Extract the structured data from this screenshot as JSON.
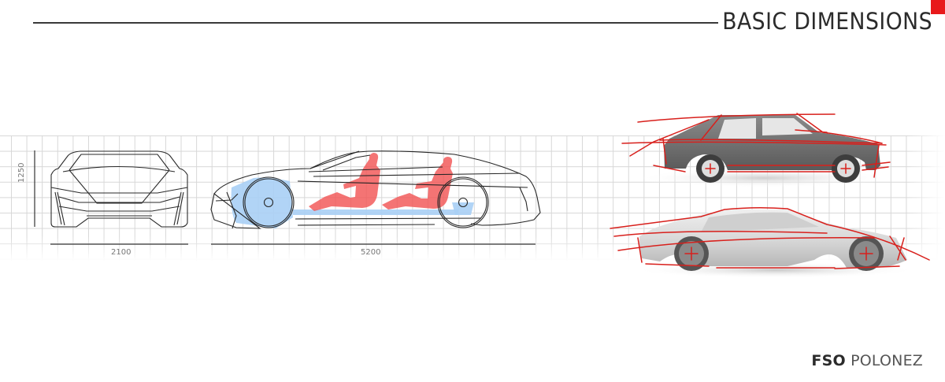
{
  "header": {
    "title": "BASIC DIMENSIONS",
    "accent_color": "#e8191b"
  },
  "front_view": {
    "height_label": "1250",
    "width_label": "2100"
  },
  "side_view": {
    "length_label": "5200",
    "occupant_color": "#f26b6b",
    "platform_color": "#a9cff5"
  },
  "reference": {
    "original_car": "FSO Polonez (original, photo with red proportion lines)",
    "concept_car": "Concept (render with red proportion lines)",
    "line_color": "#d8201c"
  },
  "footer": {
    "brand_bold": "FSO",
    "brand_light": "POLONEZ"
  }
}
